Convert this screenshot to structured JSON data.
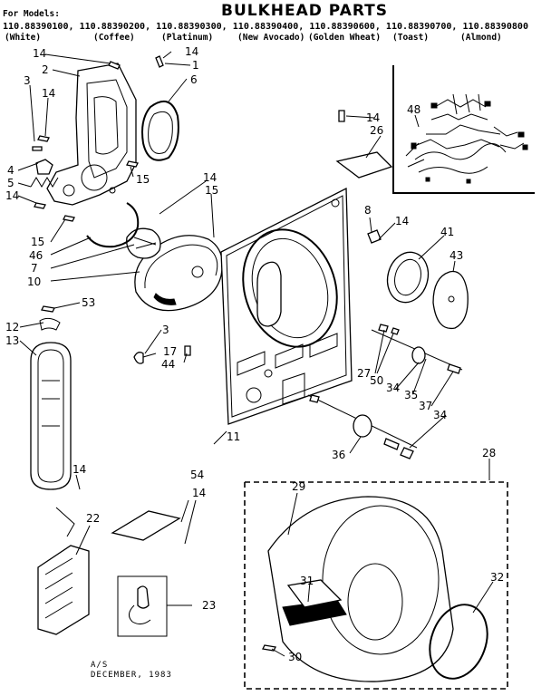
{
  "title": "BULKHEAD PARTS",
  "models_heading": "For Models:",
  "model_numbers": "110.88390100, 110.88390200, 110.88390300, 110.88390400, 110.88390600, 110.88390700, 110.88390800",
  "model_colors": [
    "(White)",
    "(Coffee)",
    "(Platinum)",
    "(New Avocado)",
    "(Golden Wheat)",
    "(Toast)",
    "(Almond)"
  ],
  "footer": {
    "code": "A/S",
    "date": "DECEMBER, 1983"
  },
  "callouts": {
    "c1": "1",
    "c2": "2",
    "c3a": "3",
    "c3b": "3",
    "c4": "4",
    "c5": "5",
    "c6": "6",
    "c7": "7",
    "c8": "8",
    "c10": "10",
    "c11": "11",
    "c12": "12",
    "c13": "13",
    "c14a": "14",
    "c14b": "14",
    "c14c": "14",
    "c14d": "14",
    "c14e": "14",
    "c14f": "14",
    "c14g": "14",
    "c14h": "14",
    "c14i": "14",
    "c15a": "15",
    "c15b": "15",
    "c15c": "15",
    "c17": "17",
    "c22": "22",
    "c23": "23",
    "c26": "26",
    "c27": "27",
    "c28": "28",
    "c29": "29",
    "c30": "30",
    "c31": "31",
    "c32": "32",
    "c34a": "34",
    "c34b": "34",
    "c35": "35",
    "c36": "36",
    "c37": "37",
    "c41": "41",
    "c43": "43",
    "c44": "44",
    "c46": "46",
    "c48": "48",
    "c50": "50",
    "c53": "53",
    "c54": "54"
  }
}
